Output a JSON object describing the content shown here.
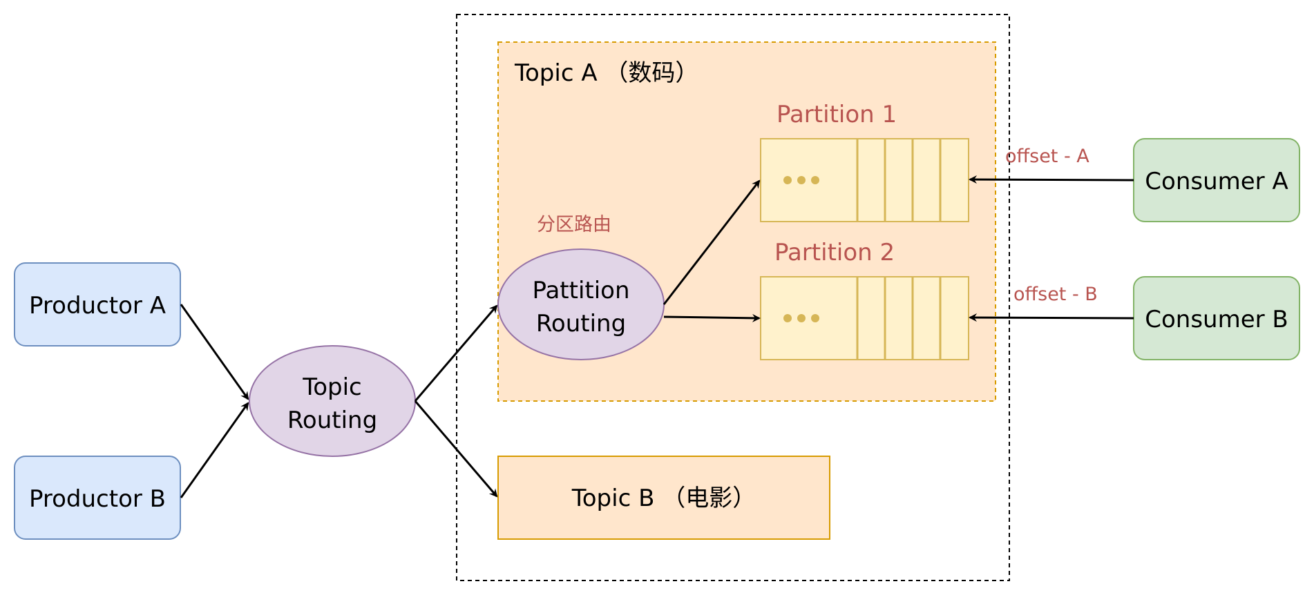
{
  "diagram": {
    "producers": [
      {
        "label": "Productor A"
      },
      {
        "label": "Productor B"
      }
    ],
    "topic_routing": {
      "line1": "Topic",
      "line2": "Routing"
    },
    "topic_a": {
      "title": "Topic A （数码）",
      "routing_caption": "分区路由",
      "partition_routing": {
        "line1": "Pattition",
        "line2": "Routing"
      },
      "partitions": [
        {
          "label": "Partition 1",
          "ellipsis": "•••",
          "offset_label": "offset - A"
        },
        {
          "label": "Partition 2",
          "ellipsis": "•••",
          "offset_label": "offset - B"
        }
      ]
    },
    "topic_b": {
      "title": "Topic B （电影）"
    },
    "consumers": [
      {
        "label": "Consumer A"
      },
      {
        "label": "Consumer B"
      }
    ]
  },
  "colors": {
    "producer_fill": "#dae8fc",
    "producer_stroke": "#6c8ebf",
    "routing_fill": "#e1d5e7",
    "routing_stroke": "#9673a6",
    "topic_fill": "#ffe6cc",
    "topic_stroke": "#d79b00",
    "partition_fill": "#fff2cc",
    "partition_stroke": "#d6b656",
    "consumer_fill": "#d5e8d4",
    "consumer_stroke": "#82b366",
    "accent_text": "#b85450"
  }
}
